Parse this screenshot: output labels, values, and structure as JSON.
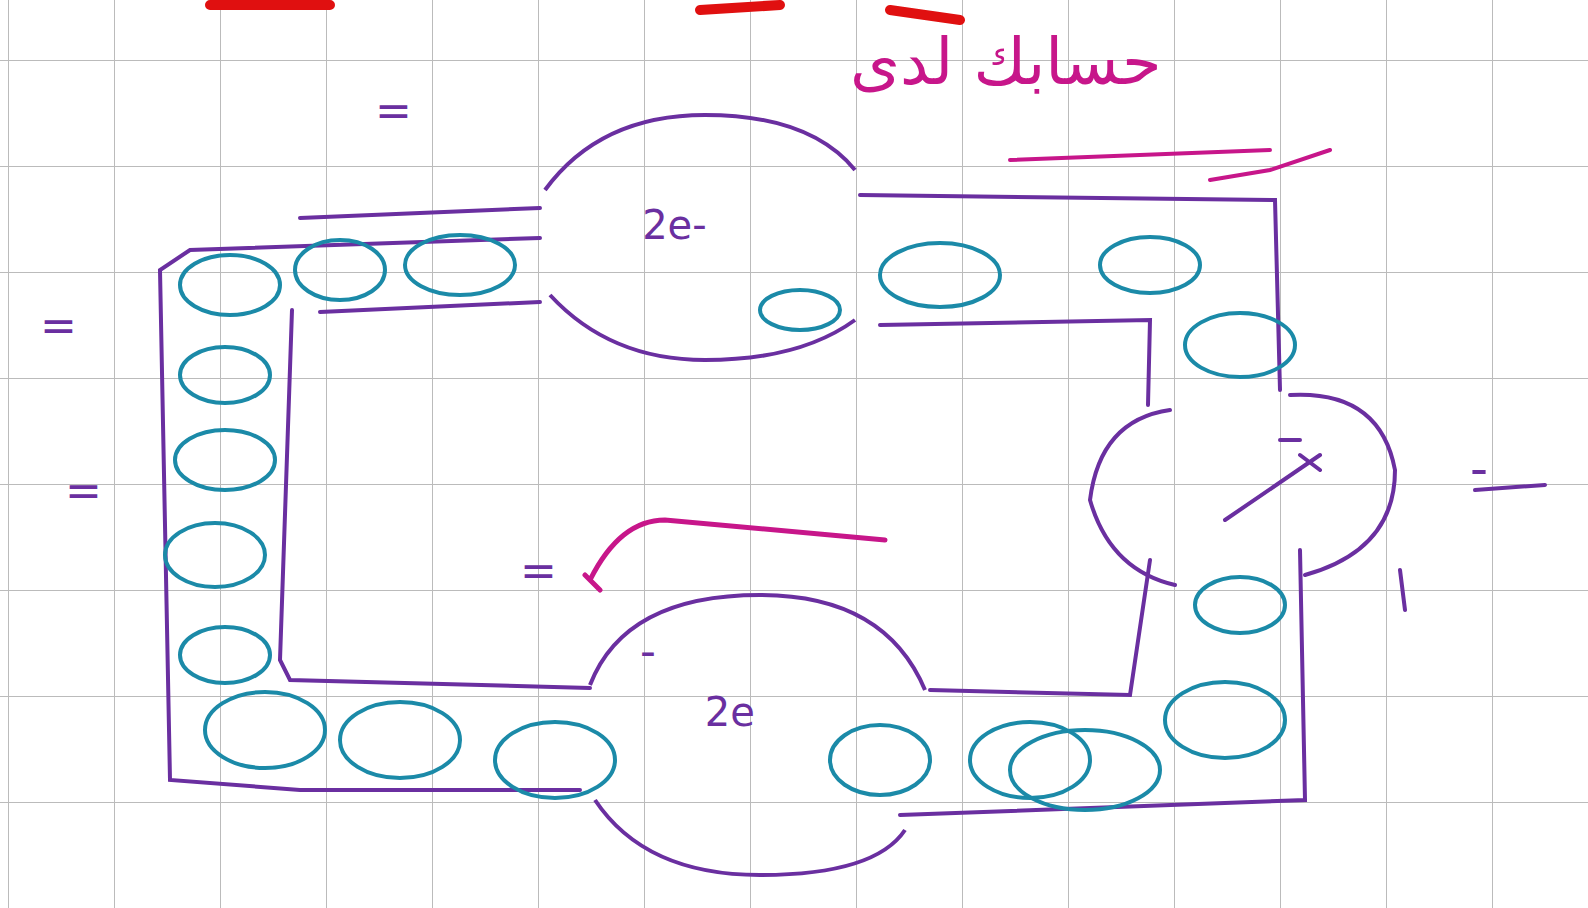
{
  "diagram": {
    "nodes": [
      {
        "text": [
          "2e-"
        ]
      },
      {
        "text": [
          "2e"
        ]
      }
    ],
    "labels": [
      "حسابك لدى",
      "=",
      "=",
      "=",
      "=",
      "-",
      "-"
    ]
  }
}
